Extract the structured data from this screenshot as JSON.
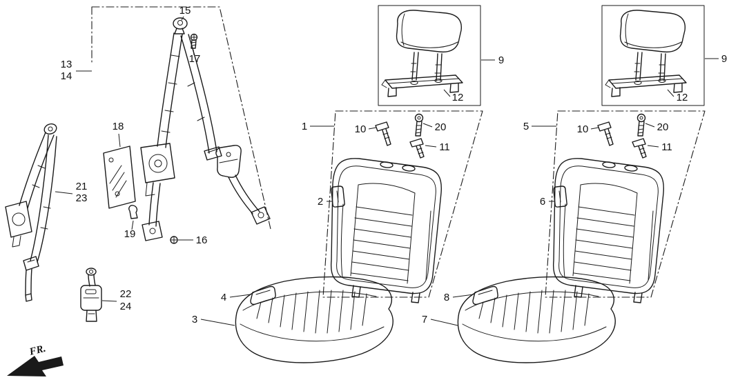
{
  "fr_label": "FR.",
  "callouts": {
    "c1": "1",
    "c2": "2",
    "c3": "3",
    "c4": "4",
    "c5": "5",
    "c6": "6",
    "c7": "7",
    "c8": "8",
    "c9_left": "9",
    "c9_right": "9",
    "c10_left": "10",
    "c10_right": "10",
    "c11_left": "11",
    "c11_right": "11",
    "c12_left": "12",
    "c12_right": "12",
    "c13": "13",
    "c14": "14",
    "c15": "15",
    "c16": "16",
    "c17": "17",
    "c18": "18",
    "c19": "19",
    "c20_left": "20",
    "c20_right": "20",
    "c21": "21",
    "c22": "22",
    "c23": "23",
    "c24": "24"
  },
  "colors": {
    "line": "#1a1a1a",
    "background": "#ffffff"
  }
}
